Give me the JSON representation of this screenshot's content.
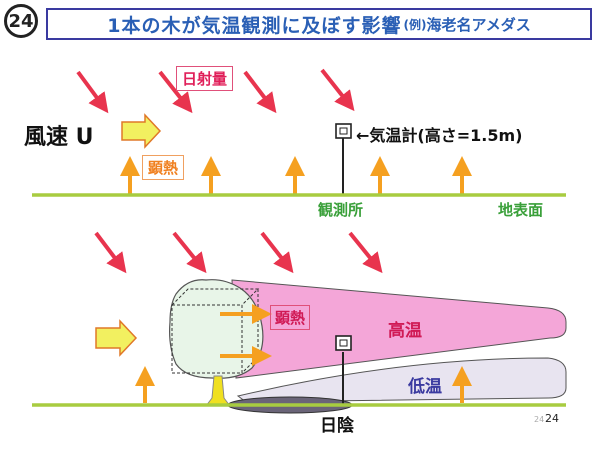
{
  "badge": "24",
  "title": {
    "main": "1本の木が気温観測に及ぼす影響",
    "example": "(例)",
    "place": "海老名アメダス"
  },
  "labels": {
    "solar_radiation": "日射量",
    "wind_speed": "風速 U",
    "sensible_heat_top": "顕熱",
    "thermometer": "←気温計(高さ=1.5m)",
    "station": "観測所",
    "ground_surface": "地表面",
    "sensible_heat_bottom": "顕熱",
    "high_temp": "高温",
    "low_temp": "低温",
    "shade": "日陰",
    "page_small": "24",
    "page_number": "24"
  },
  "colors": {
    "ground": "#a8cc40",
    "sun_arrow": "#e8344e",
    "heat_arrow": "#f5a020",
    "wind_arrow": "#f2f060",
    "high_temp_fill": "#f4a6d8",
    "low_temp_fill": "#e8e4f0",
    "shade_fill": "#6a6478",
    "tree_fill": "#e8f5e8",
    "trunk_fill": "#f0e020",
    "title_text": "#2a5fb5",
    "station_text": "#3aa03a"
  }
}
